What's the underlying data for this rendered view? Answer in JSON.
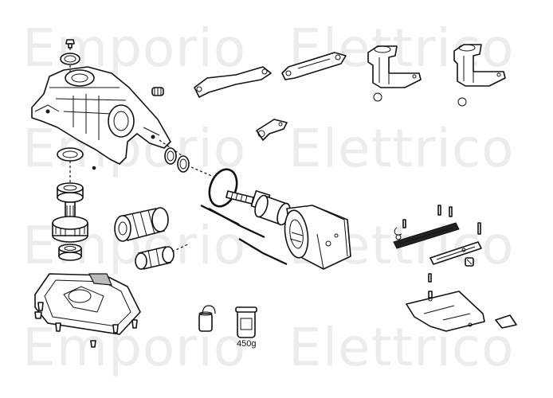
{
  "watermark": {
    "row1_left": "Emporio",
    "row1_right": "Elettrico",
    "row2_left": "Emporio",
    "row2_right": "Elettrico",
    "row3_left": "Emporio",
    "row3_right": "Elettrico",
    "row4_left": "Emporio",
    "row4_right": "Elettrico"
  },
  "parts": {
    "grease_jar_label": "450g"
  },
  "colors": {
    "line": "#111111",
    "watermark": "#ececec",
    "background": "#ffffff"
  }
}
